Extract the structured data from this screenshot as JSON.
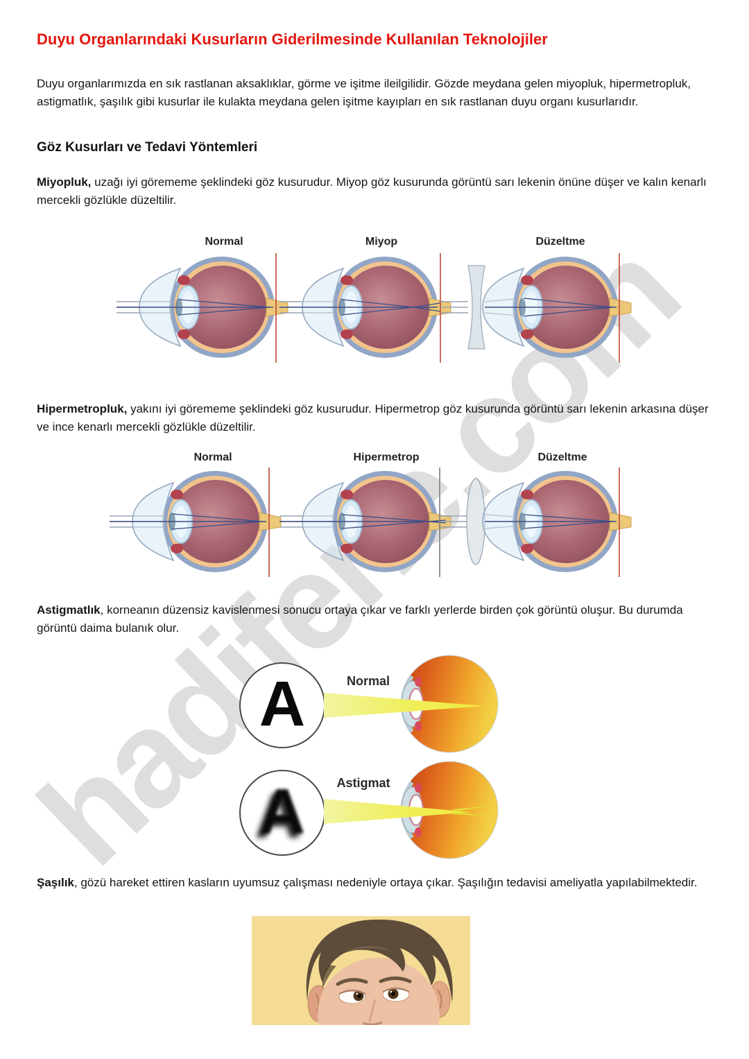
{
  "doc": {
    "title": "Duyu Organlarındaki Kusurların Giderilmesinde Kullanılan Teknolojiler",
    "intro": "Duyu organlarımızda en sık rastlanan aksaklıklar, görme ve işitme ileilgilidir. Gözde meydana gelen miyopluk, hipermetropluk, astigmatlık, şaşılık gibi kusurlar ile kulakta meydana gelen işitme kayıpları en sık rastlanan duyu organı kusurlarıdır.",
    "section_heading": "Göz Kusurları ve Tedavi Yöntemleri",
    "myopia": {
      "lead": "Miyopluk,",
      "text": " uzağı iyi görememe şeklindeki göz kusurudur. Miyop göz kusurunda görüntü sarı lekenin önüne düşer ve kalın kenarlı mercekli gözlükle düzeltilir."
    },
    "hyperopia": {
      "lead": "Hipermetropluk,",
      "text": " yakını iyi görememe şeklindeki göz kusurudur. Hipermetrop göz kusurunda görüntü sarı lekenin arkasına düşer ve ince kenarlı mercekli gözlükle düzeltilir."
    },
    "astigmatism": {
      "lead": "Astigmatlık",
      "text": ", korneanın düzensiz kavislenmesi sonucu ortaya çıkar ve farklı yerlerde birden çok görüntü oluşur. Bu durumda görüntü daima bulanık olur."
    },
    "strabismus": {
      "lead": "Şaşılık",
      "text": ", gözü hareket ettiren kasların uyumsuz çalışması nedeniyle ortaya çıkar. Şaşılığın tedavisi ameliyatla yapılabilmektedir."
    }
  },
  "figures": {
    "myopia": {
      "labels": [
        "Normal",
        "Miyop",
        "Düzeltme"
      ]
    },
    "hyperopia": {
      "labels": [
        "Normal",
        "Hipermetrop",
        "Düzeltme"
      ]
    },
    "astigmatism": {
      "labels": [
        "Normal",
        "Astigmat"
      ],
      "letter": "A"
    }
  },
  "watermark": "hadifene.com",
  "colors": {
    "title_red": "#e3170f",
    "watermark_gray": "#d6d6d6",
    "photo_background": "#f5dc94",
    "beam_yellow": "#eeee55",
    "retina_line_red": "#c0453a"
  }
}
